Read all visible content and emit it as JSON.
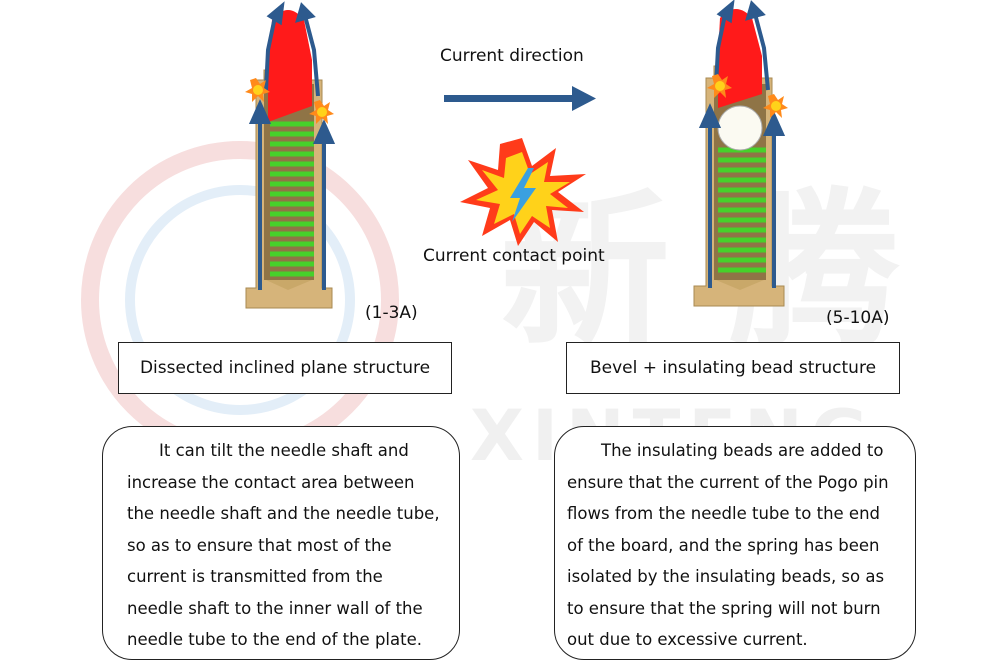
{
  "labels": {
    "current_direction": "Current direction",
    "current_contact_point": "Current contact point",
    "left_rating": "(1-3A)",
    "right_rating": "(5-10A)"
  },
  "structures": {
    "left_title": "Dissected inclined plane structure",
    "right_title": "Bevel + insulating bead structure"
  },
  "descriptions": {
    "left_lines": [
      "It can tilt the needle shaft and",
      "increase the contact area between",
      "the needle shaft and the needle tube,",
      "so as to ensure that most of the",
      "current is transmitted from the",
      "needle shaft to the inner wall of the",
      "needle tube to the end of the plate."
    ],
    "right_lines": [
      "The insulating beads are added to",
      " ensure that the current of the Pogo pin",
      "flows from the needle tube to the end",
      "of the board, and the spring has been",
      "isolated by the insulating beads, so as",
      "to ensure that the spring will not burn",
      "out due to excessive current."
    ]
  },
  "colors": {
    "plunger": "#ff1a1a",
    "spring": "#46d12a",
    "tube": "#d6b47a",
    "arrow": "#2d5a8e",
    "spark_outer": "#ff3b1a",
    "spark_inner": "#ffd21a",
    "bolt": "#3aa0e0"
  },
  "icons": [
    "spark-icon",
    "lightning-bolt-icon",
    "insulating-bead"
  ]
}
